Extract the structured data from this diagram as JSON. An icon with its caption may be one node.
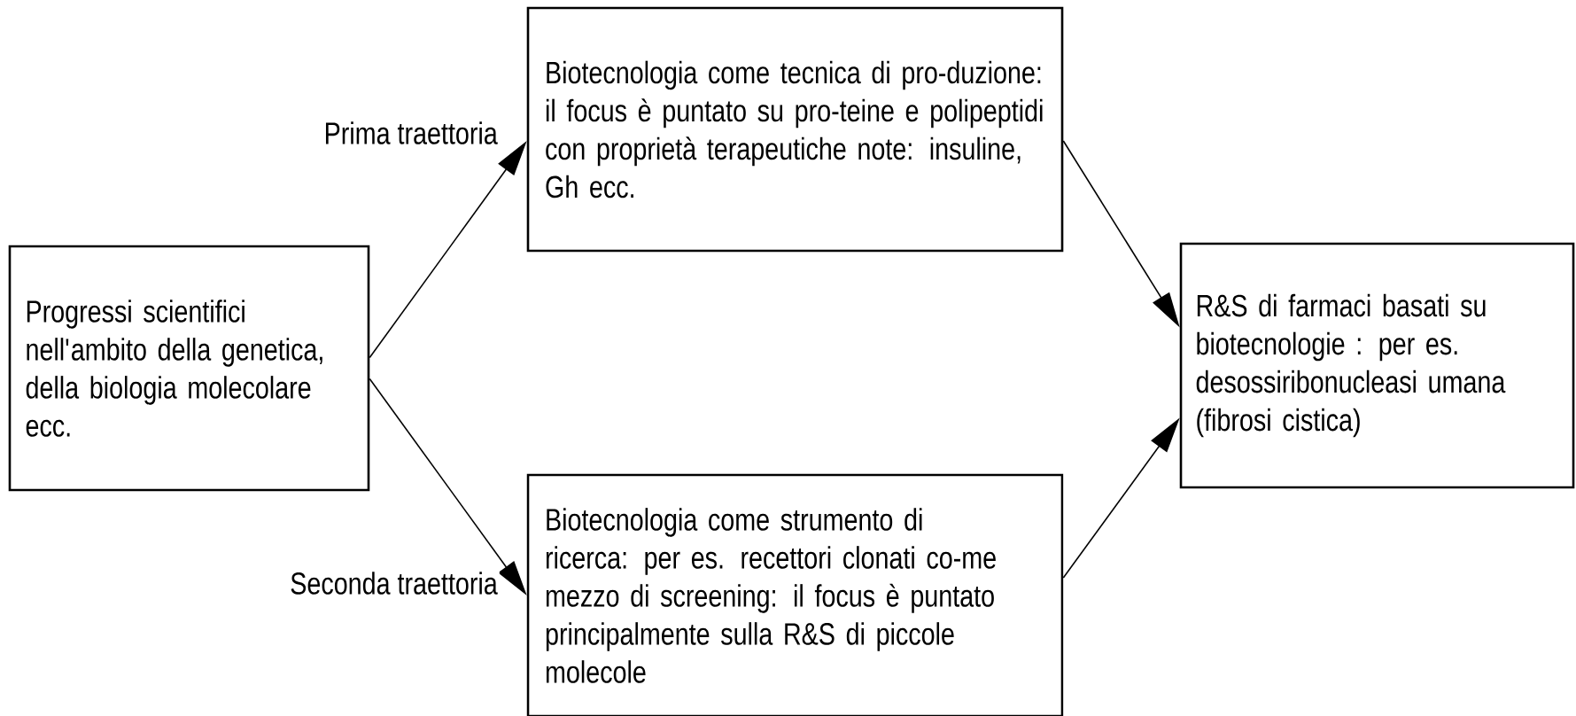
{
  "diagram": {
    "nodes": [
      {
        "text": [
          "Progressi scientifici nell'ambito della genetica, della biologia molecolare ecc."
        ]
      },
      {
        "text": [
          "Biotecnologia come tecnica di pro-duzione: il focus è puntato su pro-teine e polipeptidi con proprietà terapeutiche note: insuline, Gh ecc."
        ]
      },
      {
        "text": [
          "Biotecnologia come strumento di ricerca: per es. recettori clonati co-me mezzo di screening: il focus è puntato principalmente sulla R&S di piccole molecole"
        ]
      },
      {
        "text": [
          "R&S di farmaci basati su biotecnologie : per es. desossiribonucleasi umana  (fibrosi cistica)"
        ]
      }
    ],
    "edges": [
      {
        "from": 0,
        "to": 1,
        "arrow": "to",
        "label": "Prima traettoria"
      },
      {
        "from": 0,
        "to": 2,
        "arrow": "to",
        "label": "Seconda traettoria"
      },
      {
        "from": 1,
        "to": 3,
        "arrow": "to"
      },
      {
        "from": 2,
        "to": 3,
        "arrow": "to"
      }
    ]
  }
}
